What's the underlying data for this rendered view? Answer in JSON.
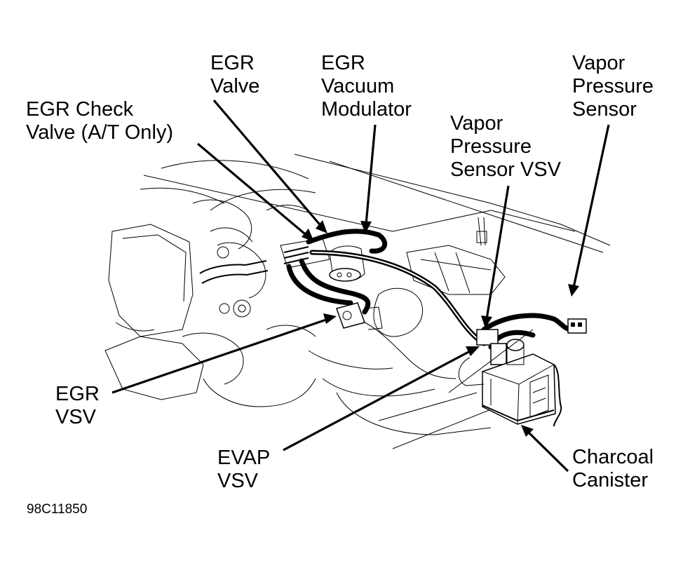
{
  "diagram": {
    "figure_id": "98C11850",
    "labels": {
      "egr_check_valve": [
        "EGR Check",
        "Valve (A/T Only)"
      ],
      "egr_valve": [
        "EGR",
        "Valve"
      ],
      "egr_vacuum_modulator": [
        "EGR",
        "Vacuum",
        "Modulator"
      ],
      "vapor_pressure_sensor_vsv": [
        "Vapor",
        "Pressure",
        "Sensor VSV"
      ],
      "vapor_pressure_sensor": [
        "Vapor",
        "Pressure",
        "Sensor"
      ],
      "egr_vsv": [
        "EGR",
        "VSV"
      ],
      "evap_vsv": [
        "EVAP",
        "VSV"
      ],
      "charcoal_canister": [
        "Charcoal",
        "Canister"
      ]
    }
  }
}
